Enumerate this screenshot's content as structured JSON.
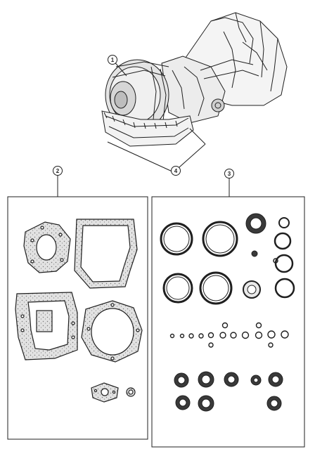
{
  "callouts": {
    "transmission": "1",
    "gasket_kit": "2",
    "seal_kit": "3",
    "oil_pan_gasket": "4"
  },
  "colors": {
    "ink": "#1f1f1f",
    "paper": "#ffffff",
    "fill_dark": "#3a3a3a",
    "fill_light": "#e9e9e9"
  }
}
